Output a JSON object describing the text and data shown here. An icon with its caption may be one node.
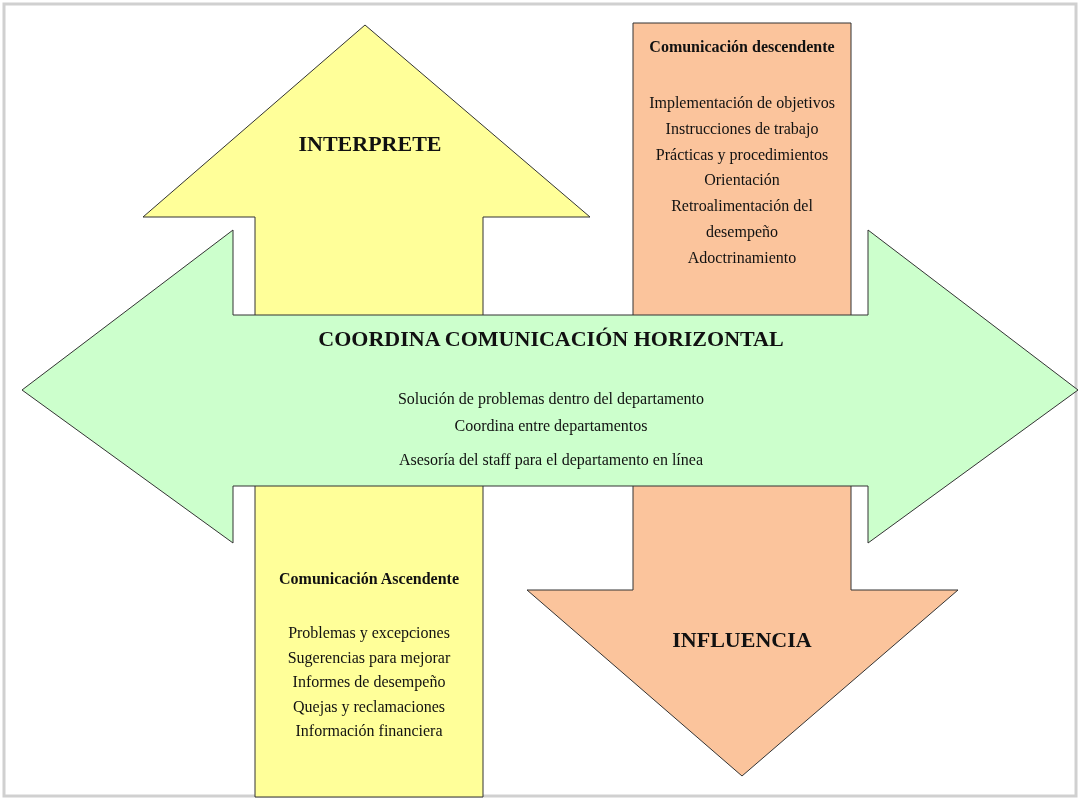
{
  "diagram": {
    "nodes": [
      {
        "text": [
          "INTERPRETE",
          "Comunicación Ascendente",
          "Problemas y excepciones",
          "Sugerencias para mejorar",
          "Informes de desempeño",
          "Quejas y reclamaciones",
          "Información financiera"
        ]
      },
      {
        "text": [
          "Comunicación descendente",
          "Implementación de objetivos",
          "Instrucciones de trabajo",
          "Prácticas y procedimientos",
          "Orientación",
          "Retroalimentación del desempeño",
          "Adoctrinamiento",
          "INFLUENCIA"
        ]
      },
      {
        "text": [
          "COORDINA COMUNICACIÓN HORIZONTAL",
          "Solución de problemas dentro del departamento",
          "Coordina entre departamentos",
          "Asesoría del staff para el departamento en línea"
        ]
      }
    ]
  }
}
